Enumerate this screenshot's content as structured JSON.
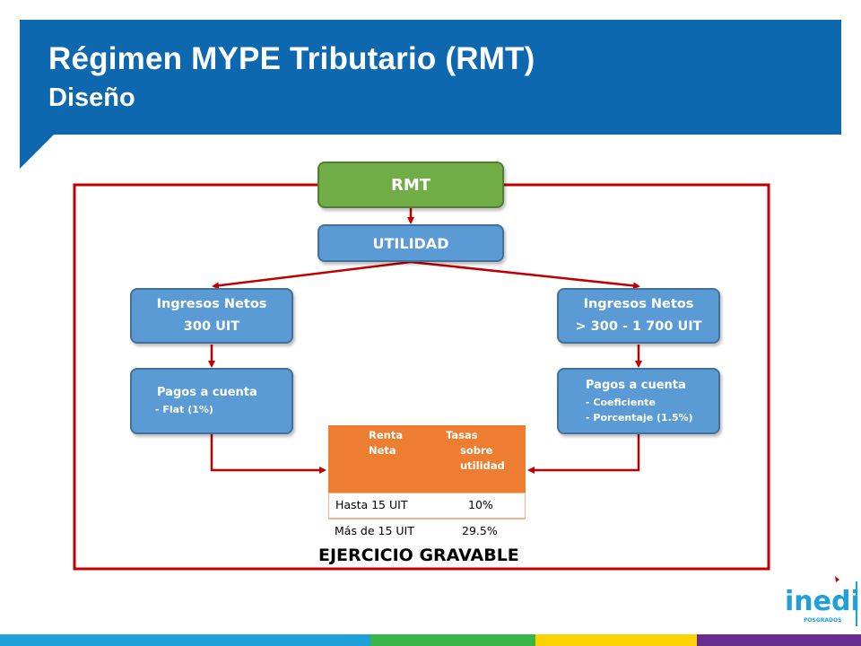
{
  "slide": {
    "title": "Régimen MYPE Tributario (RMT)",
    "subtitle": "Diseño"
  },
  "colors": {
    "header_blue": "#0e68af",
    "arrow_red": "#c00000",
    "box_blue": "#5b9bd5",
    "box_green": "#70ad47",
    "table_orange": "#ed7d31"
  },
  "diagram": {
    "root": "RMT",
    "utility": "UTILIDAD",
    "left_branch": {
      "title": "Ingresos Netos",
      "amount": "300 UIT",
      "payments_title": "Pagos a cuenta",
      "payments_items": [
        "- Flat (1%)"
      ]
    },
    "right_branch": {
      "title": "Ingresos Netos",
      "amount": "> 300 - 1 700 UIT",
      "payments_title": "Pagos a cuenta",
      "payments_items": [
        "- Coeficiente",
        "- Porcentaje (1.5%)"
      ]
    },
    "rate_table": {
      "header_col1": "Renta Neta",
      "header_col2_lines": [
        "Tasas",
        "sobre",
        "utilidad"
      ],
      "rows": [
        {
          "range": "Hasta 15 UIT",
          "rate": "10%"
        },
        {
          "range": "Más de 15 UIT",
          "rate": "29.5%"
        }
      ]
    },
    "footer_label": "EJERCICIO GRAVABLE"
  },
  "bottom_bar_colors": [
    "#1fa0db",
    "#38b449",
    "#fed200",
    "#662d8f"
  ],
  "logo": {
    "wordmark": "inedi",
    "tagline": "POSGRADOS"
  }
}
